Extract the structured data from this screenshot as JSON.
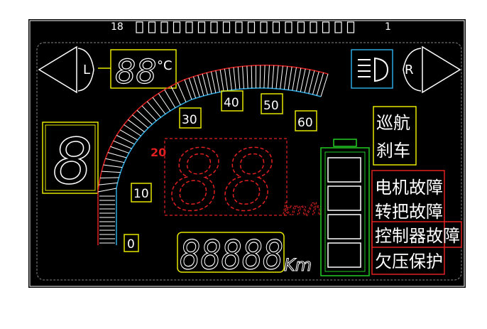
{
  "top_scale": {
    "left": "18",
    "right": "1"
  },
  "turn": {
    "left": "L",
    "right": "R"
  },
  "temperature": {
    "digits": "88",
    "unit": "°C"
  },
  "gear_digit": "8",
  "speed": {
    "ticks": [
      "0",
      "10",
      "20",
      "30",
      "40",
      "50",
      "60"
    ],
    "digits": "88",
    "unit": "km/h"
  },
  "odometer": {
    "digits": "88888",
    "unit": "Km"
  },
  "status_labels": {
    "cruise": "巡航",
    "brake": "刹车",
    "motor_fault": "电机故障",
    "throttle_fault": "转把故障",
    "controller_fault": "控制器故障",
    "undervoltage": "欠压保护"
  },
  "colors": {
    "background": "#000000",
    "white": "#ffffff",
    "yellow": "#e6e600",
    "red": "#e02020",
    "green": "#22cc22",
    "cyan": "#2aa8e0"
  },
  "icons": [
    "left-turn-arrow-icon",
    "right-turn-arrow-icon",
    "headlight-icon",
    "battery-icon"
  ]
}
